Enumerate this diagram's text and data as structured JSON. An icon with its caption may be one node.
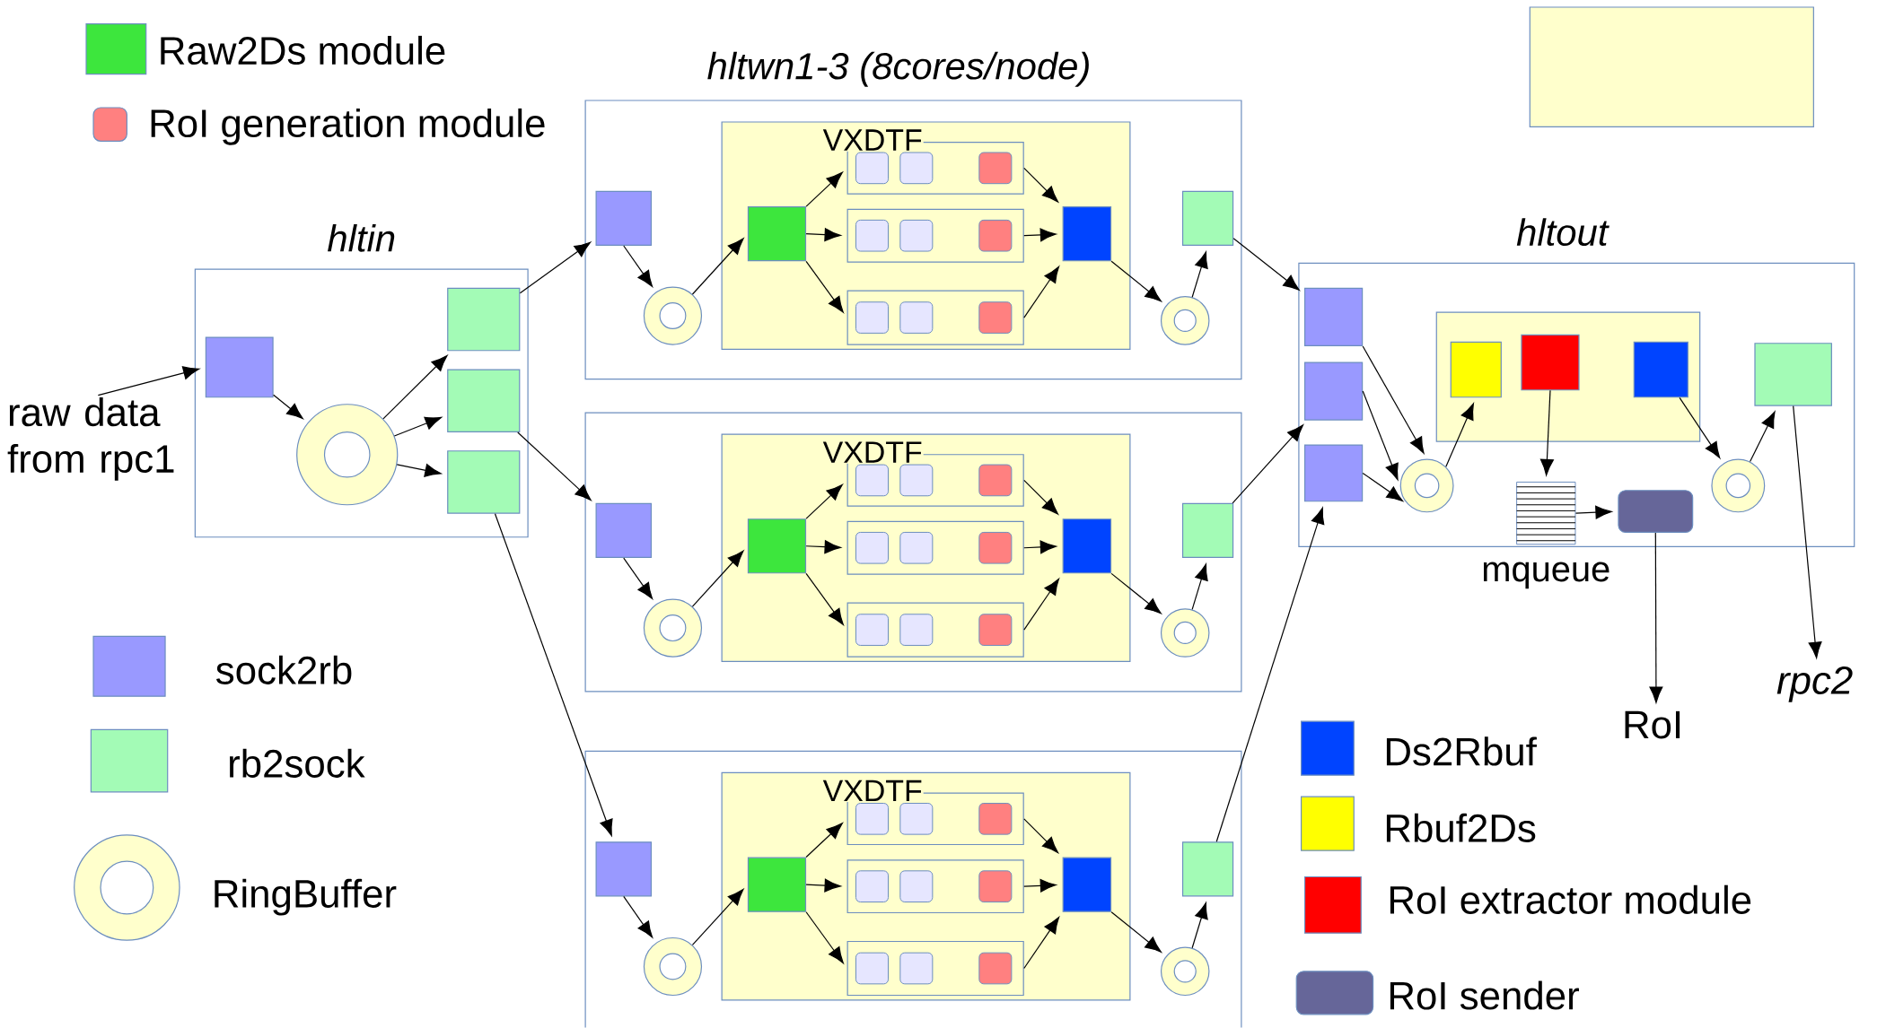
{
  "diagram": {
    "nodes": [
      {
        "text": [],
        "shape": "box"
      },
      {
        "text": [
          "raw data from rpc1"
        ]
      },
      {
        "text": [
          "hltin"
        ]
      },
      {
        "text": [],
        "shape": "box",
        "in": 2
      },
      {
        "text": [],
        "shape": "circle",
        "in": 2
      },
      {
        "text": [],
        "shape": "box",
        "in": 2
      },
      {
        "text": [],
        "shape": "box",
        "in": 2
      },
      {
        "text": [],
        "shape": "box",
        "in": 2
      },
      {
        "text": [
          "hltwn1-3 (8cores/node)"
        ]
      },
      {
        "text": [],
        "shape": "box",
        "in": 8
      },
      {
        "text": [],
        "shape": "circle",
        "in": 8
      },
      {
        "text": [
          "VXDTF"
        ],
        "in": 8
      },
      {
        "text": [],
        "shape": "box",
        "in": 11
      },
      {
        "text": [],
        "shape": "box",
        "in": 11
      },
      {
        "text": [],
        "shape": "box",
        "in": 11
      },
      {
        "text": [],
        "shape": "box",
        "in": 11
      },
      {
        "text": [],
        "shape": "box",
        "in": 11
      },
      {
        "text": [],
        "shape": "circle",
        "in": 8
      },
      {
        "text": [],
        "shape": "box",
        "in": 8
      },
      {
        "text": [],
        "shape": "box"
      },
      {
        "text": [],
        "shape": "box",
        "in": 19
      },
      {
        "text": [],
        "shape": "circle",
        "in": 19
      },
      {
        "text": [
          "VXDTF"
        ],
        "in": 19
      },
      {
        "text": [],
        "shape": "box",
        "in": 22
      },
      {
        "text": [],
        "shape": "box",
        "in": 22
      },
      {
        "text": [],
        "shape": "box",
        "in": 22
      },
      {
        "text": [],
        "shape": "box",
        "in": 22
      },
      {
        "text": [],
        "shape": "box",
        "in": 22
      },
      {
        "text": [],
        "shape": "circle",
        "in": 19
      },
      {
        "text": [],
        "shape": "box",
        "in": 19
      },
      {
        "text": [],
        "shape": "box"
      },
      {
        "text": [],
        "shape": "box",
        "in": 30
      },
      {
        "text": [],
        "shape": "circle",
        "in": 30
      },
      {
        "text": [
          "VXDTF"
        ],
        "in": 30
      },
      {
        "text": [],
        "shape": "box",
        "in": 33
      },
      {
        "text": [],
        "shape": "box",
        "in": 33
      },
      {
        "text": [],
        "shape": "box",
        "in": 33
      },
      {
        "text": [],
        "shape": "box",
        "in": 33
      },
      {
        "text": [],
        "shape": "box",
        "in": 33
      },
      {
        "text": [],
        "shape": "circle",
        "in": 30
      },
      {
        "text": [],
        "shape": "box",
        "in": 30
      },
      {
        "text": [
          "hltout"
        ]
      },
      {
        "text": [],
        "shape": "box",
        "in": 41
      },
      {
        "text": [],
        "shape": "box",
        "in": 41
      },
      {
        "text": [],
        "shape": "box",
        "in": 41
      },
      {
        "text": [],
        "shape": "circle",
        "in": 41
      },
      {
        "text": [],
        "shape": "box",
        "in": 41
      },
      {
        "text": [],
        "shape": "box",
        "in": 46
      },
      {
        "text": [],
        "shape": "box",
        "in": 46
      },
      {
        "text": [],
        "shape": "box",
        "in": 46
      },
      {
        "text": [
          "mqueue"
        ],
        "in": 41
      },
      {
        "text": [],
        "shape": "box",
        "in": 41
      },
      {
        "text": [],
        "shape": "circle",
        "in": 41
      },
      {
        "text": [],
        "shape": "box",
        "in": 41
      },
      {
        "text": [
          "RoI"
        ]
      },
      {
        "text": [
          "rpc2"
        ]
      }
    ],
    "edges": [
      {
        "from": 1,
        "to": 3,
        "arrow": "to"
      },
      {
        "from": 3,
        "to": 4,
        "arrow": "to"
      },
      {
        "from": 4,
        "to": 5,
        "arrow": "to"
      },
      {
        "from": 4,
        "to": 6,
        "arrow": "to"
      },
      {
        "from": 4,
        "to": 7,
        "arrow": "to"
      },
      {
        "from": 5,
        "to": 9,
        "arrow": "to"
      },
      {
        "from": 6,
        "to": 20,
        "arrow": "to"
      },
      {
        "from": 7,
        "to": 31,
        "arrow": "to"
      },
      {
        "from": 9,
        "to": 10,
        "arrow": "to"
      },
      {
        "from": 10,
        "to": 12,
        "arrow": "to"
      },
      {
        "from": 12,
        "to": 13,
        "arrow": "to"
      },
      {
        "from": 12,
        "to": 14,
        "arrow": "to"
      },
      {
        "from": 12,
        "to": 15,
        "arrow": "to"
      },
      {
        "from": 13,
        "to": 16,
        "arrow": "to"
      },
      {
        "from": 14,
        "to": 16,
        "arrow": "to"
      },
      {
        "from": 15,
        "to": 16,
        "arrow": "to"
      },
      {
        "from": 16,
        "to": 17,
        "arrow": "to"
      },
      {
        "from": 17,
        "to": 18,
        "arrow": "to"
      },
      {
        "from": 20,
        "to": 21,
        "arrow": "to"
      },
      {
        "from": 21,
        "to": 23,
        "arrow": "to"
      },
      {
        "from": 23,
        "to": 24,
        "arrow": "to"
      },
      {
        "from": 23,
        "to": 25,
        "arrow": "to"
      },
      {
        "from": 23,
        "to": 26,
        "arrow": "to"
      },
      {
        "from": 24,
        "to": 27,
        "arrow": "to"
      },
      {
        "from": 25,
        "to": 27,
        "arrow": "to"
      },
      {
        "from": 26,
        "to": 27,
        "arrow": "to"
      },
      {
        "from": 27,
        "to": 28,
        "arrow": "to"
      },
      {
        "from": 28,
        "to": 29,
        "arrow": "to"
      },
      {
        "from": 31,
        "to": 32,
        "arrow": "to"
      },
      {
        "from": 32,
        "to": 34,
        "arrow": "to"
      },
      {
        "from": 34,
        "to": 35,
        "arrow": "to"
      },
      {
        "from": 34,
        "to": 36,
        "arrow": "to"
      },
      {
        "from": 34,
        "to": 37,
        "arrow": "to"
      },
      {
        "from": 35,
        "to": 38,
        "arrow": "to"
      },
      {
        "from": 36,
        "to": 38,
        "arrow": "to"
      },
      {
        "from": 37,
        "to": 38,
        "arrow": "to"
      },
      {
        "from": 38,
        "to": 39,
        "arrow": "to"
      },
      {
        "from": 39,
        "to": 40,
        "arrow": "to"
      },
      {
        "from": 18,
        "to": 42,
        "arrow": "to"
      },
      {
        "from": 29,
        "to": 43,
        "arrow": "to"
      },
      {
        "from": 40,
        "to": 44,
        "arrow": "to"
      },
      {
        "from": 42,
        "to": 45,
        "arrow": "to"
      },
      {
        "from": 43,
        "to": 45,
        "arrow": "to"
      },
      {
        "from": 44,
        "to": 45,
        "arrow": "to"
      },
      {
        "from": 45,
        "to": 47,
        "arrow": "to"
      },
      {
        "from": 48,
        "to": 50,
        "arrow": "to"
      },
      {
        "from": 50,
        "to": 51,
        "arrow": "to"
      },
      {
        "from": 49,
        "to": 52,
        "arrow": "to"
      },
      {
        "from": 52,
        "to": 53,
        "arrow": "to"
      },
      {
        "from": 51,
        "to": 54,
        "arrow": "to"
      },
      {
        "from": 53,
        "to": 55,
        "arrow": "to"
      }
    ],
    "legend": [
      {
        "text": "Raw2Ds module",
        "color": "#3de63d"
      },
      {
        "text": "RoI generation module",
        "color": "#ff8080"
      },
      {
        "text": "sock2rb",
        "color": "#9999ff"
      },
      {
        "text": "rb2sock",
        "color": "#a3fbb6"
      },
      {
        "text": "RingBuffer"
      },
      {
        "text": "Ds2Rbuf",
        "color": "#0044ff"
      },
      {
        "text": "Rbuf2Ds",
        "color": "#ffff00"
      },
      {
        "text": "RoI extractor module",
        "color": "#ff0000"
      },
      {
        "text": "RoI sender",
        "color": "#666699"
      }
    ]
  }
}
